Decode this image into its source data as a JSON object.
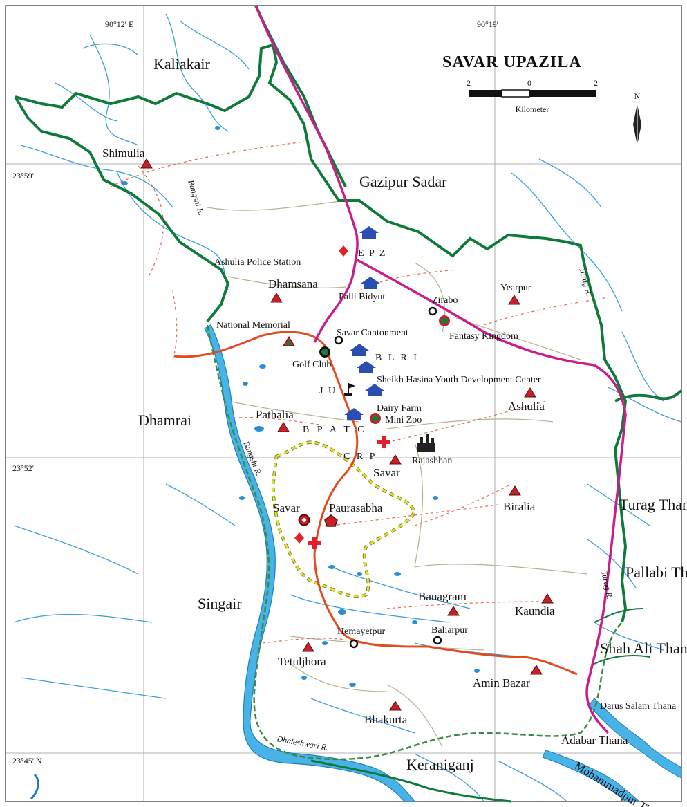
{
  "map": {
    "title": "SAVAR UPAZILA",
    "scale": {
      "left": "2",
      "center": "0",
      "right": "2",
      "unit": "Kilometer"
    },
    "north": "N",
    "grid": {
      "lon_west": "90°12' E",
      "lon_east": "90°19'",
      "lat_top": "23°59'",
      "lat_mid": "23°52'",
      "lat_bottom": "23°45' N"
    },
    "neighbors": {
      "kaliakair": "Kaliakair",
      "gazipur": "Gazipur Sadar",
      "dhamrai": "Dhamrai",
      "singair": "Singair",
      "turag_thana": "Turag Thana",
      "pallabi": "Pallabi Thana",
      "shah_ali": "Shah Ali Thana",
      "darus_salam": "Darus Salam Thana",
      "adabar": "Adabar Thana",
      "mohammadpur": "Mohammadpur Thana",
      "keraniganj": "Keraniganj"
    },
    "rivers": {
      "bangshi1": "Bangshi R.",
      "bangshi2": "Bangshi R.",
      "turag1": "Turag R.",
      "turag2": "Turag R.",
      "dhaleshwari": "Dhaleshwari R."
    },
    "unions": {
      "shimulia": "Shimulia",
      "dhamsana": "Dhamsana",
      "yearpur": "Yearpur",
      "ashulia": "Ashulia",
      "pathalia": "Pathalia",
      "savar": "Savar",
      "biralia": "Biralia",
      "banagram": "Banagram",
      "kaundia": "Kaundia",
      "tetuljhora": "Tetuljhora",
      "amin_bazar": "Amin Bazar",
      "bhakurta": "Bhakurta"
    },
    "places": {
      "epz": "E P Z",
      "ashulia_ps": "Ashulia Police Station",
      "palli_bidyut": "Palli Bidyut",
      "zirabo": "Zirabo",
      "national_memorial": "National Memorial",
      "savar_cantonment": "Savar Cantonment",
      "fantasy_kingdom": "Fantasy Kingdom",
      "golf_club": "Golf Club",
      "blri": "B L R I",
      "shyd_center": "Sheikh Hasina Youth Development Center",
      "ju": "J U",
      "dairy_farm": "Dairy Farm",
      "mini_zoo": "Mini Zoo",
      "bpatc": "B P A T C",
      "crp": "C R P",
      "rajashhan": "Rajashhan",
      "savar_town": "Savar",
      "paurasabha": "Paurasabha",
      "hemayetpur": "Hemayetpur",
      "baliarpur": "Baliarpur"
    },
    "colors": {
      "upazila_border": "#0f7a3a",
      "highway": "#c81d8a",
      "road": "#e34a1e",
      "river": "#3aa0d6",
      "paurasabha_boundary": "#e6e020",
      "union_marker": "#c8202a"
    }
  }
}
